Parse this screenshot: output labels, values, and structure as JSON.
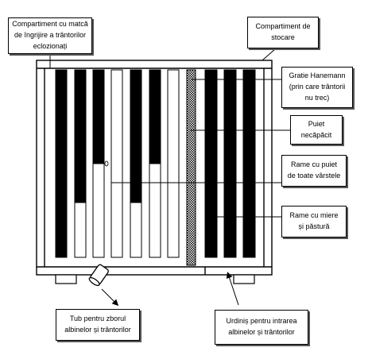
{
  "labels": {
    "compartment_queen": [
      "Compartiment cu matcă",
      "de îngrijire a trântorilor",
      "eclozionați"
    ],
    "storage": [
      "Compartiment de",
      "stocare"
    ],
    "queen_excluder": [
      "Gratie Hanemann",
      "(prin care trântorii",
      "nu trec)"
    ],
    "open_brood": [
      "Puiet",
      "necăpăcit"
    ],
    "brood_frames": [
      "Rame cu puiet",
      "de toate vârstele"
    ],
    "honey_frames": [
      "Rame  cu miere",
      "și păstură"
    ],
    "flight_tube": [
      "Tub pentru zborul",
      "albinelor și trântorilor"
    ],
    "entrance": [
      "Urdiniș pentru intrarea",
      "albinelor și trântorilor"
    ]
  },
  "colors": {
    "ink": "#000000",
    "paper": "#ffffff"
  }
}
